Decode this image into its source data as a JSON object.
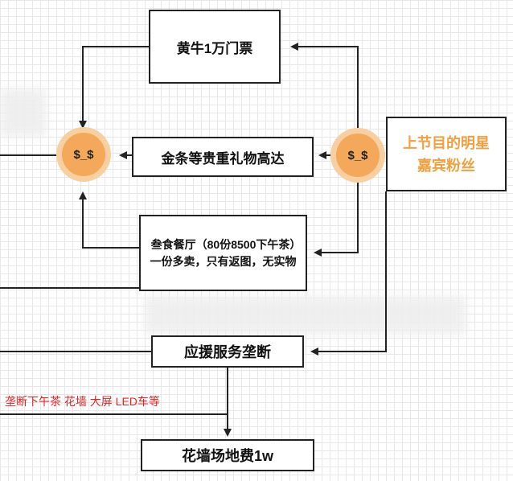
{
  "nodes": {
    "ticket": "黄牛1万门票",
    "gold": "金条等贵重礼物高达",
    "meal": "叁食餐厅（80份8500下午茶）一份多卖，只有返图，无实物",
    "star": "上节目的明星嘉宾粉丝",
    "service": "应援服务垄断",
    "flowerwall": "花墙场地费1w"
  },
  "coins": {
    "left": "$_$",
    "right": "$_$"
  },
  "edge_note": "垄断下午茶 花墙 大屏 LED车等",
  "colors": {
    "coin_outer": "#f8cfa0",
    "coin_inner": "#f3a85a",
    "star_text": "#f0a040",
    "note": "#e02424"
  }
}
